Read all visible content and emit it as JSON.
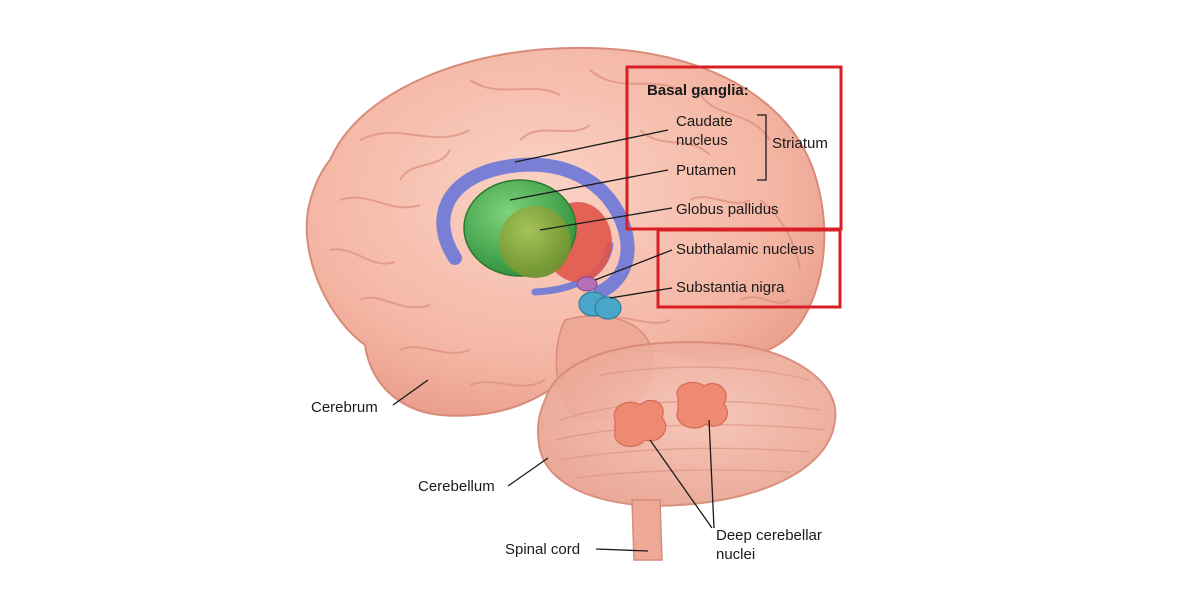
{
  "labels": {
    "basal_ganglia": "Basal ganglia:",
    "caudate_line1": "Caudate",
    "caudate_line2": "nucleus",
    "striatum": "Striatum",
    "putamen": "Putamen",
    "globus_pallidus": "Globus pallidus",
    "subthalamic_nucleus": "Subthalamic nucleus",
    "substantia_nigra": "Substantia nigra",
    "cerebrum": "Cerebrum",
    "cerebellum": "Cerebellum",
    "spinal_cord": "Spinal cord",
    "deep_cerebellar_line1": "Deep cerebellar",
    "deep_cerebellar_line2": "nuclei"
  },
  "colors": {
    "brain": "#f4b9a8",
    "brain_shadow": "#e49a88",
    "caudate": "#7a7fd6",
    "putamen": "#3fa84a",
    "globus_pallidus": "#7ea23a",
    "red_structure": "#e0574a",
    "subthalamic": "#b46fb8",
    "substantia_nigra": "#4aa6c9",
    "deep_nuclei": "#ee8a72",
    "highlight_box": "#d91f26"
  }
}
